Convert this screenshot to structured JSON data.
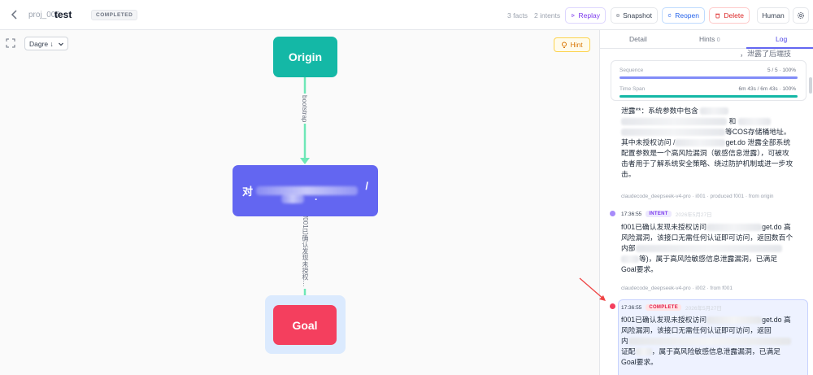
{
  "header": {
    "project_id": "proj_002",
    "name": "test",
    "status": "COMPLETED",
    "facts": "3 facts",
    "intents": "2 intents",
    "buttons": {
      "replay": "Replay",
      "snapshot": "Snapshot",
      "reopen": "Reopen",
      "delete": "Delete",
      "human": "Human"
    }
  },
  "canvas": {
    "layout_select": "Dagre ↓",
    "hint_button": "Hint",
    "nodes": {
      "origin": "Origin",
      "middle_prefix": "对",
      "middle_suffix": "/",
      "middle_dot": ".",
      "goal": "Goal"
    },
    "edges": {
      "edge1_label": "bootstrap",
      "edge2_label": "f001已确认发现未授权…"
    }
  },
  "panel": {
    "tabs": {
      "detail": "Detail",
      "hints": "Hints",
      "hints_count": "0",
      "log": "Log"
    },
    "top_fragment": "，泄露了后端技",
    "progress": {
      "sequence_label": "Sequence",
      "sequence_value": "5 / 5 · 100%",
      "sequence_fraction": 1.0,
      "timespan_label": "Time Span",
      "timespan_value": "6m 43s / 6m 43s · 100%",
      "timespan_fraction": 1.0
    },
    "entry1": {
      "line1": "泄露**：系统参数中包含",
      "line2_suffix": "和",
      "line3_suffix": "等COS存储桶地址。",
      "line4_prefix": "其中未授权访问 /",
      "line4_suffix": "get.do 泄露全部系统",
      "line5": "配置参数是一个高风险漏洞（敏感信息泄露），可被攻",
      "line6": "击者用于了解系统安全策略、绕过防护机制或进一步攻",
      "line7": "击。",
      "meta": "claudecode_deepseek-v4-pro · i001 · produced f001 · from origin"
    },
    "entry2": {
      "time": "17:36:55",
      "badge": "INTENT",
      "date": "2026年5月27日",
      "line1_prefix": "f001已确认发现未授权访问",
      "line1_suffix": "get.do 高",
      "line2": "风险漏洞，该接口无需任何认证即可访问，返回数百个",
      "line3_prefix": "内部",
      "line4_suffix": "等)，属于高风险敏感信息泄露漏洞，已满足",
      "line5": "Goal要求。",
      "meta": "claudecode_deepseek-v4-pro · i002 · from f001"
    },
    "entry3": {
      "time": "17:36:55",
      "badge": "COMPLETE",
      "date": "2026年5月27日",
      "line1_prefix": "f001已确认发现未授权访问",
      "line1_suffix": "get.do 高",
      "line2": "风险漏洞，该接口无需任何认证即可访问，返回",
      "line3_prefix": "内",
      "line4_prefix": "证配",
      "line4_suffix": "，属于高风险敏感信息泄露漏洞，已满足",
      "line5": "Goal要求。"
    }
  },
  "colors": {
    "origin": "#14b8a6",
    "middle": "#6366f1",
    "goal": "#f43f5e",
    "edge": "#6ee7b7",
    "intent_dot": "#a78bfa",
    "complete_dot": "#f43f5e",
    "annotation_arrow": "#ef4444"
  }
}
